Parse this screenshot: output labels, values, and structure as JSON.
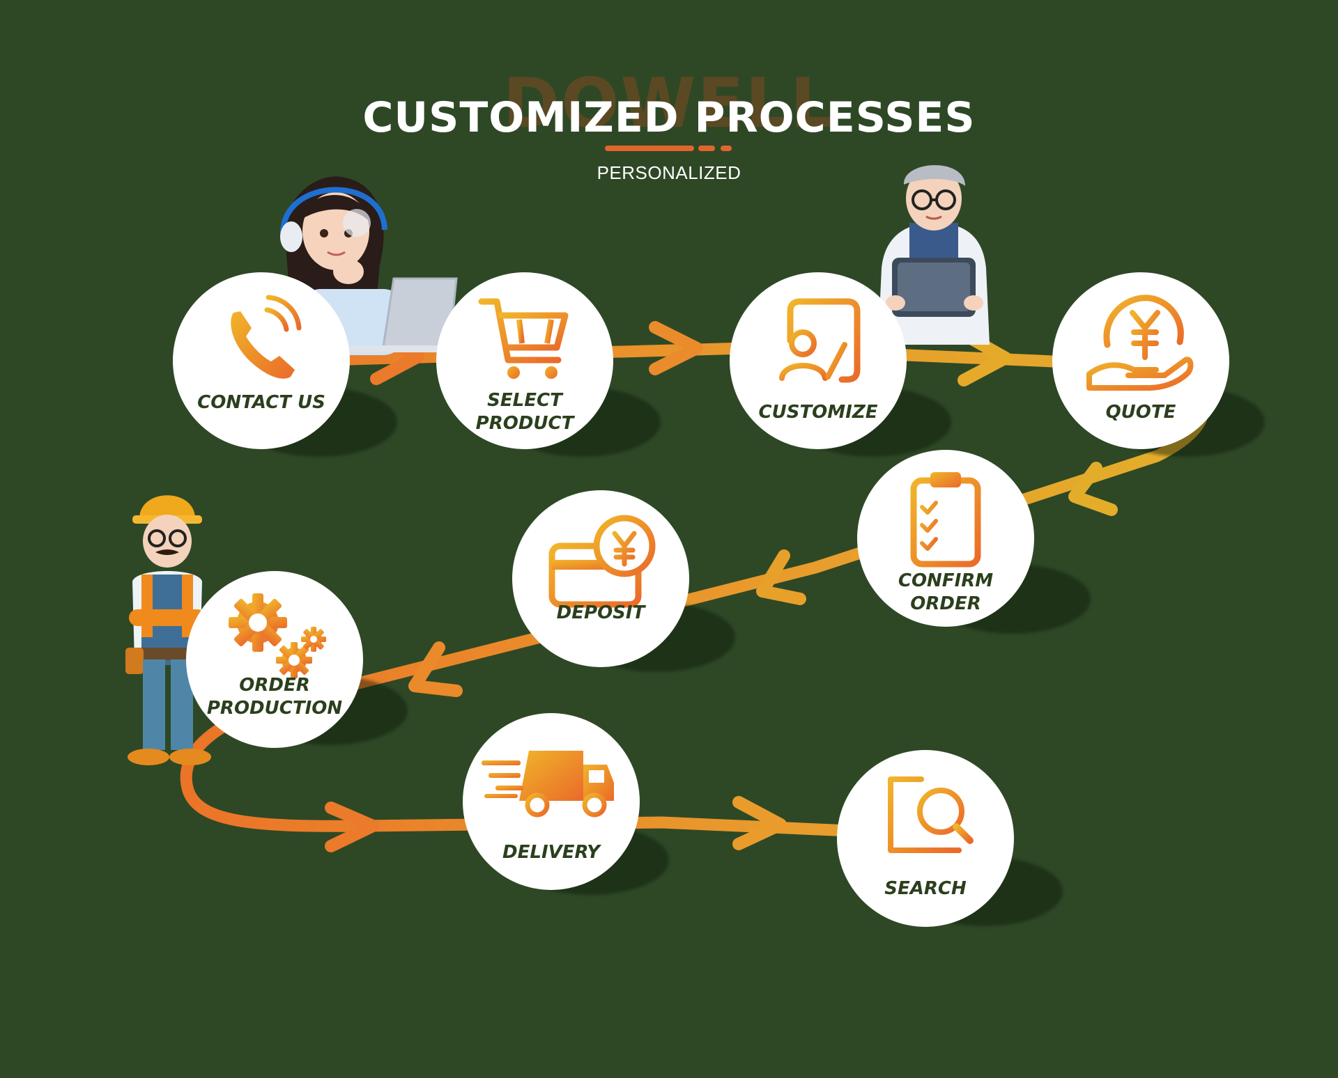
{
  "header": {
    "watermark": "DOWELL",
    "title": "CUSTOMIZED PROCESSES",
    "subtitle": "PERSONALIZED"
  },
  "colors": {
    "background": "#2e4826",
    "path_orange": "#e9792b",
    "path_yellow": "#e2ab2a",
    "accent": "#e0662e",
    "label": "#2b3f1d",
    "node_fill": "#ffffff"
  },
  "steps": [
    {
      "label": "CONTACT US",
      "icon": "phone-icon"
    },
    {
      "label": "SELECT\nPRODUCT",
      "icon": "shopping-cart-icon"
    },
    {
      "label": "CUSTOMIZE",
      "icon": "profile-card-icon"
    },
    {
      "label": "QUOTE",
      "icon": "yen-hand-icon"
    },
    {
      "label": "CONFIRM\nORDER",
      "icon": "clipboard-checklist-icon"
    },
    {
      "label": "DEPOSIT",
      "icon": "card-yen-icon"
    },
    {
      "label": "ORDER\nPRODUCTION",
      "icon": "gears-icon"
    },
    {
      "label": "DELIVERY",
      "icon": "truck-icon"
    },
    {
      "label": "SEARCH",
      "icon": "document-search-icon"
    }
  ],
  "illustrations": [
    {
      "name": "customer-service-girl-illustration"
    },
    {
      "name": "designer-with-tablet-illustration"
    },
    {
      "name": "engineer-with-hardhat-illustration"
    }
  ]
}
